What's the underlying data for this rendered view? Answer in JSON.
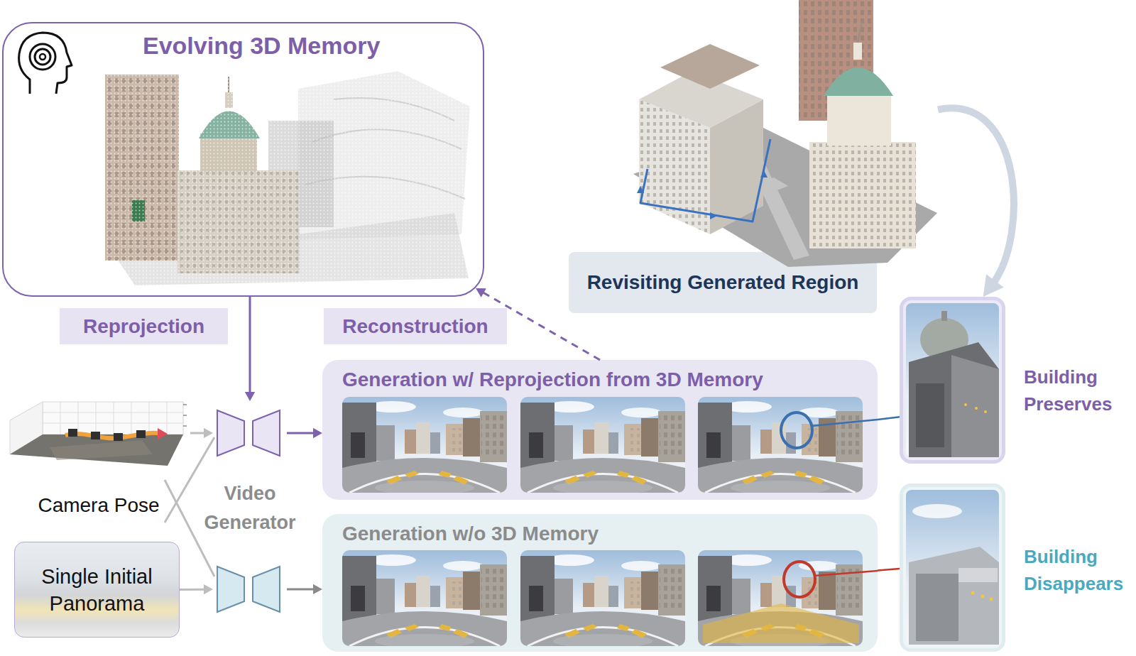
{
  "diagram": {
    "nodes": [
      {
        "text": [
          "Evolving 3D Memory"
        ]
      },
      {
        "text": [
          "Revisiting Generated Region"
        ]
      },
      {
        "text": [
          "Camera Pose"
        ]
      },
      {
        "text": [
          "Single Initial Panorama"
        ]
      },
      {
        "text": [
          "Video Generator"
        ]
      },
      {
        "text": [
          "Generation w/ Reprojection from 3D Memory"
        ]
      },
      {
        "text": [
          "Building Preserves"
        ]
      },
      {
        "text": [
          "Generation w/o 3D Memory"
        ]
      },
      {
        "text": [
          "Building Disappears"
        ]
      }
    ],
    "edges": [
      {
        "from": 0,
        "to": 4,
        "arrow": "to",
        "label": "Reprojection"
      },
      {
        "from": 5,
        "to": 0,
        "arrow": "to",
        "label": "Reconstruction"
      },
      {
        "from": 2,
        "to": 4,
        "arrow": "to"
      },
      {
        "from": 3,
        "to": 4,
        "arrow": "to"
      },
      {
        "from": 4,
        "to": 5,
        "arrow": "to"
      },
      {
        "from": 4,
        "to": 7,
        "arrow": "to"
      },
      {
        "from": 1,
        "to": 6,
        "arrow": "to"
      },
      {
        "from": 5,
        "to": 6,
        "arrow": "none"
      },
      {
        "from": 7,
        "to": 8,
        "arrow": "none"
      }
    ]
  }
}
